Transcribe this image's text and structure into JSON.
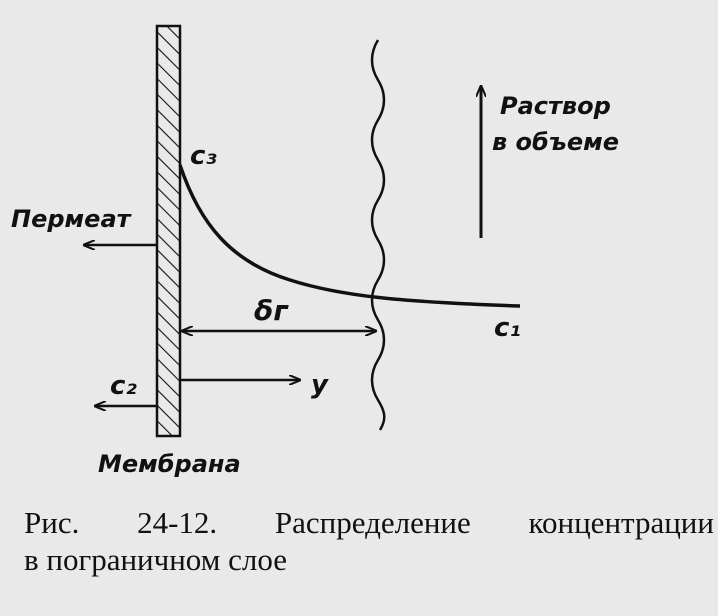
{
  "figure": {
    "labels": {
      "permeate": "Пермеат",
      "membrane": "Мембрана",
      "solution_line1": "Раствор",
      "solution_line2": "в объеме",
      "c3": "c₃",
      "c1": "c₁",
      "c2": "c₂",
      "delta": "δᴦ",
      "y": "y"
    }
  },
  "caption": {
    "line1": "Рис. 24-12. Распределение концентрации",
    "line2": "в пограничном слое"
  },
  "colors": {
    "ink": "#111111",
    "paper": "#e9e9e9"
  }
}
